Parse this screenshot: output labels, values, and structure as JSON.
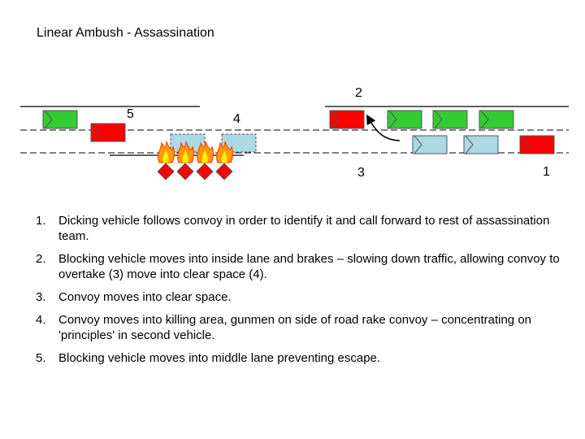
{
  "title": "Linear Ambush - Assassination",
  "labels": {
    "n1": "1",
    "n2": "2",
    "n3": "3",
    "n4": "4",
    "n5": "5"
  },
  "colors": {
    "blocking": "#ff0000",
    "traffic": "#33cc33",
    "convoy": "#add8e6",
    "fire": "#ff6600",
    "gunmen": "#ff0000"
  },
  "steps": [
    {
      "num": "1.",
      "text": "Dicking vehicle follows convoy in order to identify it and call forward to rest of assassination team."
    },
    {
      "num": "2.",
      "text": "Blocking vehicle moves into inside lane and brakes – slowing down traffic, allowing convoy to overtake (3) move into clear space (4)."
    },
    {
      "num": "3.",
      "text": "Convoy moves into clear space."
    },
    {
      "num": "4.",
      "text": "Convoy moves into killing area, gunmen on side of road rake convoy – concentrating on 'principles' in second vehicle."
    },
    {
      "num": "5.",
      "text": "Blocking vehicle moves into middle lane preventing escape."
    }
  ]
}
